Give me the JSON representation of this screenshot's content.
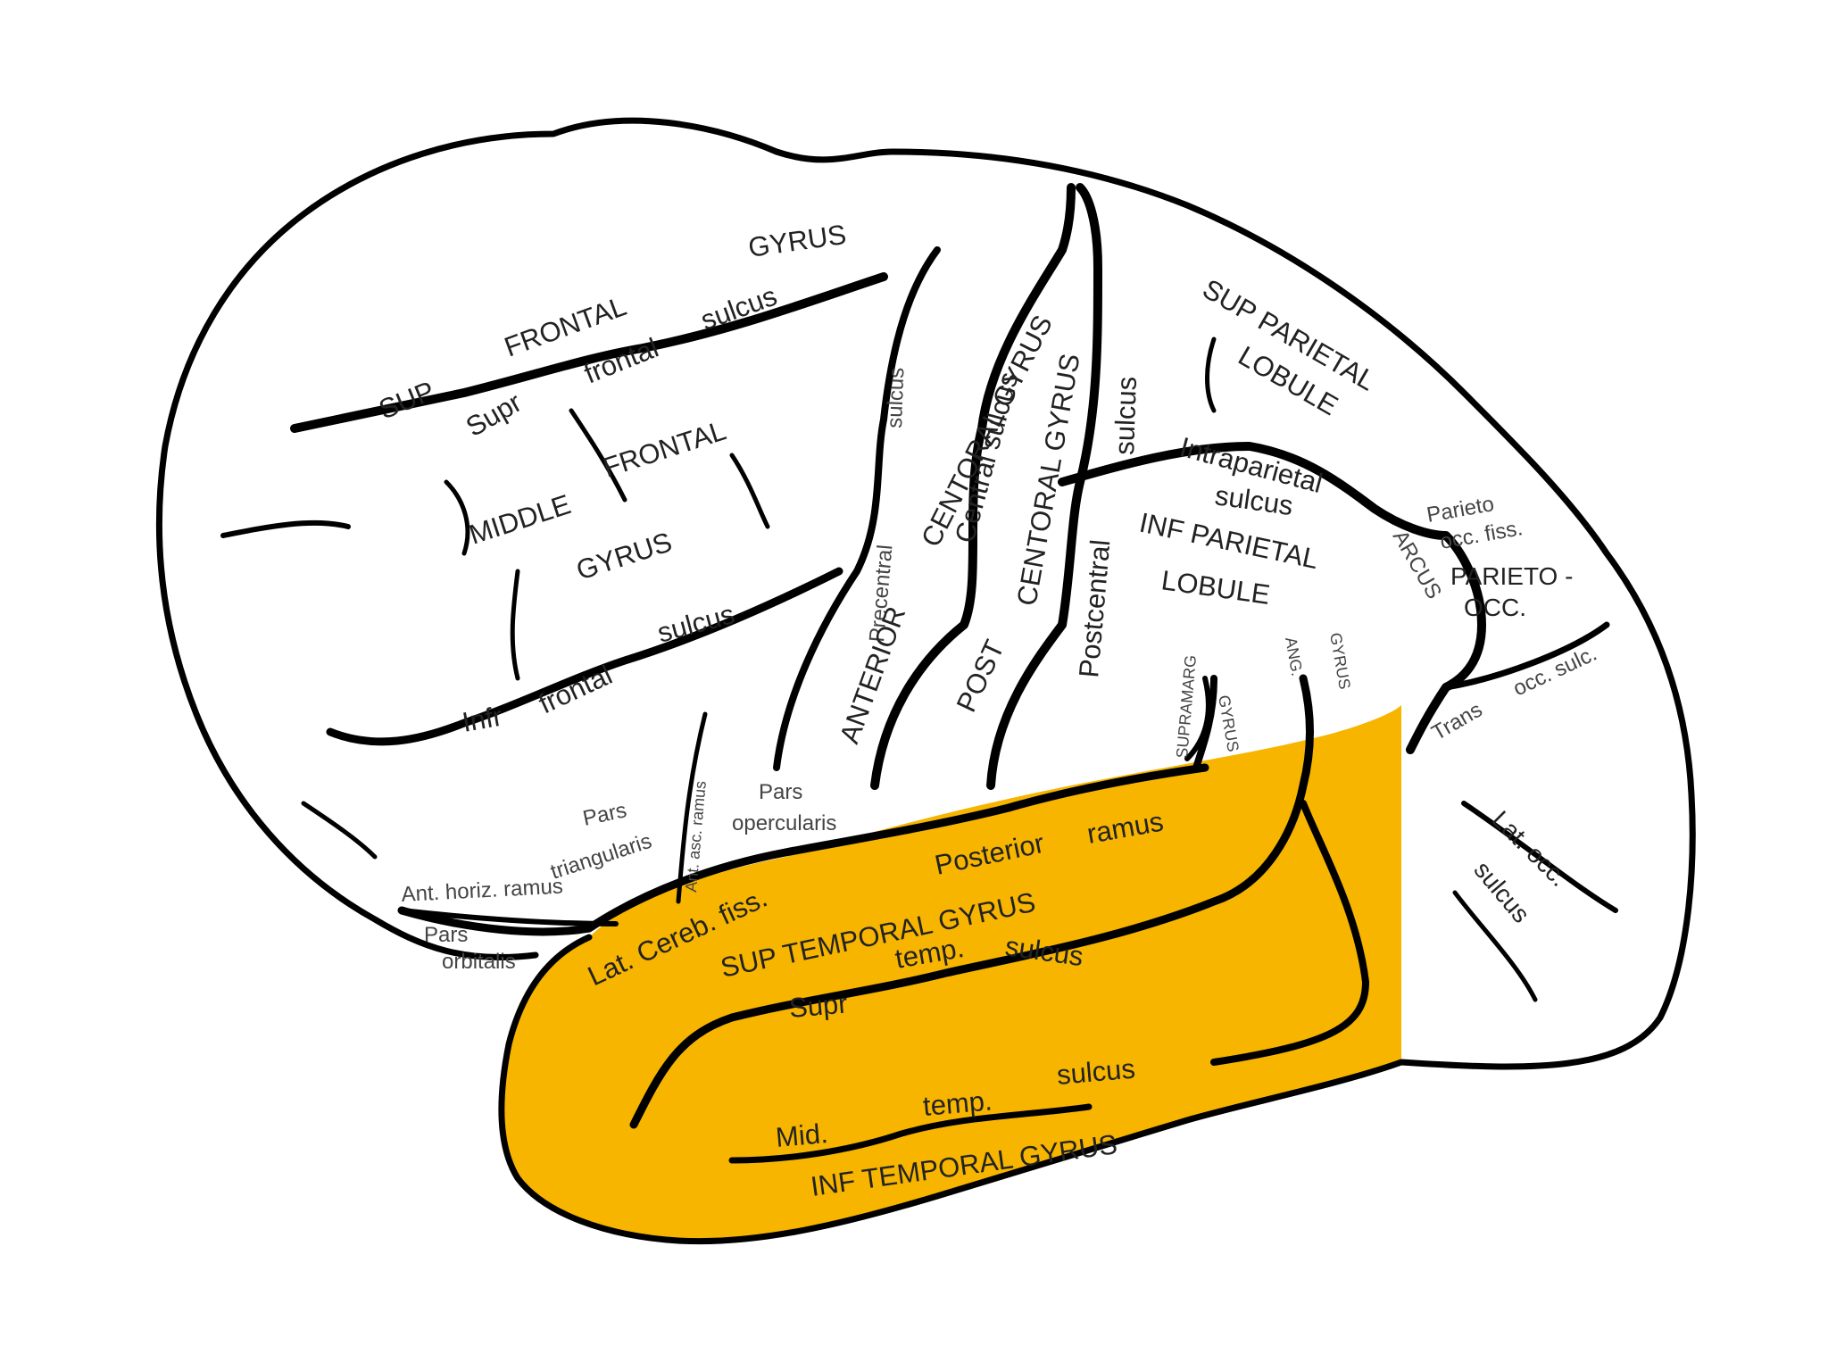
{
  "colors": {
    "temporal_lobe_fill": "#F7B500",
    "outline": "#000000",
    "background": "#FFFFFF"
  },
  "labels": {
    "sup": "SUP",
    "frontal_upper": "FRONTAL",
    "gyrus_top": "GYRUS",
    "supr": "Supr",
    "frontal_lower": "frontal",
    "sulcus_sup_frontal": "sulcus",
    "middle": "MIDDLE",
    "frontal_middle": "FRONTAL",
    "gyrus_middle": "GYRUS",
    "infr": "Infr",
    "frontal_inf": "frontal",
    "sulcus_inf_frontal": "sulcus",
    "sulcus_precentral_upper": "sulcus",
    "precentral": "Precentral",
    "centoral_gyrus_ant": "CENTORAL GYRUS",
    "anterior": "ANTERIOR",
    "central_sulcus": "Central sulcus",
    "post": "POST",
    "centoral_gyrus_post": "CENTORAL GYRUS",
    "postcentral": "Postcentral",
    "sulcus_postcentral": "sulcus",
    "sup_parietal": "SUP PARIETAL",
    "lobule_sup": "LOBULE",
    "intraparietal": "Intraparietal",
    "sulcus_intraparietal": "sulcus",
    "inf_parietal": "INF PARIETAL",
    "lobule_inf": "LOBULE",
    "parieto": "Parieto",
    "occ_fiss": "occ. fiss.",
    "arcus": "ARCUS",
    "parieto_occ": "PARIETO -",
    "occ": "OCC.",
    "supramarg": "SUPRAMARG",
    "gyrus_supramarg": "GYRUS",
    "ang": "ANG.",
    "gyrus_ang": "GYRUS",
    "trans": "Trans",
    "occ_sulc": "occ. sulc.",
    "lat_occ": "Lat. occ.",
    "sulcus_lat_occ": "sulcus",
    "pars_triangularis_1": "Pars",
    "pars_triangularis_2": "triangularis",
    "ant_asc_ramus": "Ant. asc. ramus",
    "pars_opercularis_1": "Pars",
    "pars_opercularis_2": "opercularis",
    "ant_horiz_ramus": "Ant. horiz. ramus",
    "pars_orbitalis_1": "Pars",
    "pars_orbitalis_2": "orbitalis",
    "lat_cereb_fiss": "Lat. Cereb. fiss.",
    "posterior": "Posterior",
    "ramus": "ramus",
    "sup_temporal_gyrus": "SUP TEMPORAL GYRUS",
    "supr_temp": "Supr",
    "temp_sup": "temp.",
    "sulcus_sup_temp": "sulcus",
    "mid": "Mid.",
    "temp_mid": "temp.",
    "sulcus_mid_temp": "sulcus",
    "inf_temporal_gyrus": "INF TEMPORAL GYRUS"
  }
}
